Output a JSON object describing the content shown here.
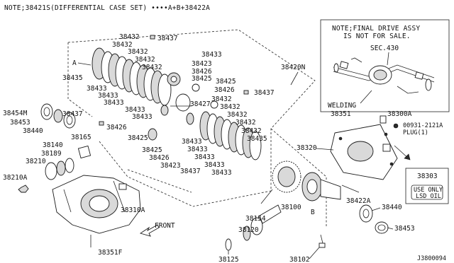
{
  "note_top": "NOTE;38421S(DIFFERENTIAL CASE SET) ••••A+B+38422A",
  "note_box": {
    "line1": "NOTE;FINAL DRIVE ASSY",
    "line2": "IS NOT FOR SALE.",
    "sec": "SEC.430",
    "welding": "WELDING"
  },
  "part_numbers": {
    "p38432": "38432",
    "p38437": "38437",
    "p38433": "38433",
    "p38423": "38423",
    "p38426": "38426",
    "p38425": "38425",
    "p38427": "38427",
    "p38435": "38435",
    "p38420N": "38420N",
    "p38454M": "38454M",
    "p38453": "38453",
    "p38440": "38440",
    "p38165": "38165",
    "p38140": "38140",
    "p38189": "38189",
    "p38210": "38210",
    "p38210A": "38210A",
    "p38310A": "38310A",
    "p38351F": "38351F",
    "p38351": "38351",
    "p38300A": "38300A",
    "p00931": "00931-2121A",
    "plug": "PLUG(1)",
    "p38320": "38320",
    "p38303": "38303",
    "p38100": "38100",
    "p38154": "38154",
    "p38120": "38120",
    "p38125": "38125",
    "p38102": "38102",
    "p38422A": "38422A"
  },
  "callouts": {
    "a": "A",
    "b": "B"
  },
  "label_box": {
    "line1": "USE ONLY",
    "line2": "LSD OIL"
  },
  "front": "FRONT",
  "diagram_code": "J3800094"
}
